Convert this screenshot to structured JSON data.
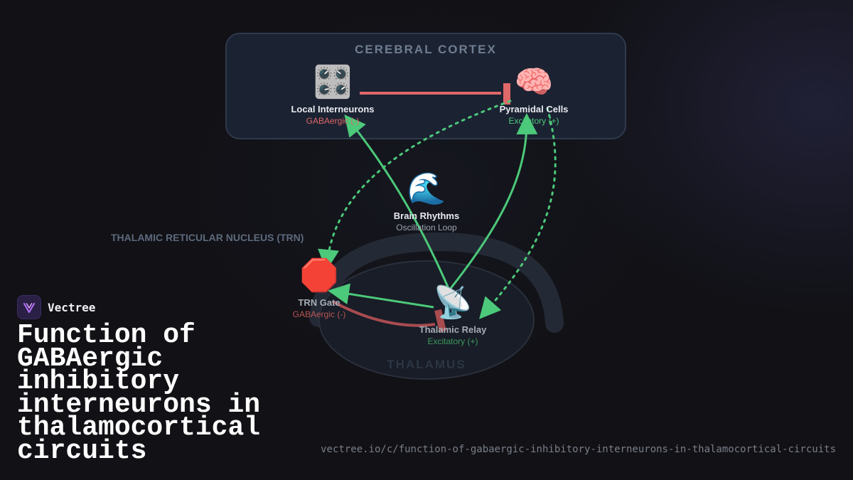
{
  "brand": {
    "name": "Vectree"
  },
  "title": "Function of GABAergic inhibitory interneurons in thalamocortical circuits",
  "source_url": "vectree.io/c/function-of-gabaergic-inhibitory-interneurons-in-thalamocortical-circuits",
  "regions": {
    "cortex": "CEREBRAL CORTEX",
    "trn": "THALAMIC RETICULAR NUCLEUS (TRN)",
    "thalamus": "THALAMUS"
  },
  "nodes": [
    {
      "id": "local_interneurons",
      "name": "Local Interneurons",
      "sub": "GABAergic (-)",
      "icon": "control-knobs-icon",
      "glyph": "🎛️",
      "kind": "inhib"
    },
    {
      "id": "pyramidal_cells",
      "name": "Pyramidal Cells",
      "sub": "Excitatory (+)",
      "icon": "brain-icon",
      "glyph": "🧠",
      "kind": "excit"
    },
    {
      "id": "brain_rhythms",
      "name": "Brain Rhythms",
      "sub": "Oscillation Loop",
      "icon": "water-wave-icon",
      "glyph": "🌊",
      "kind": "neutral"
    },
    {
      "id": "trn_gate",
      "name": "TRN Gate",
      "sub": "GABAergic (-)",
      "icon": "stop-sign-icon",
      "glyph": "🛑",
      "kind": "inhib"
    },
    {
      "id": "thalamic_relay",
      "name": "Thalamic Relay",
      "sub": "Excitatory (+)",
      "icon": "satellite-antenna-icon",
      "glyph": "📡",
      "kind": "excit"
    }
  ],
  "colors": {
    "excitatory": "#4cc97a",
    "inhibitory": "#e06868",
    "cortex_box": "#1b2232",
    "background": "#111116"
  },
  "connections": [
    {
      "from": "local_interneurons",
      "to": "pyramidal_cells",
      "type": "inhibitory",
      "style": "solid"
    },
    {
      "from": "thalamic_relay",
      "to": "local_interneurons",
      "type": "excitatory",
      "style": "solid"
    },
    {
      "from": "thalamic_relay",
      "to": "pyramidal_cells",
      "type": "excitatory",
      "style": "solid"
    },
    {
      "from": "thalamic_relay",
      "to": "trn_gate",
      "type": "excitatory",
      "style": "solid"
    },
    {
      "from": "trn_gate",
      "to": "thalamic_relay",
      "type": "inhibitory",
      "style": "solid"
    },
    {
      "from": "pyramidal_cells",
      "to": "trn_gate",
      "type": "excitatory",
      "style": "dashed"
    },
    {
      "from": "pyramidal_cells",
      "to": "thalamic_relay",
      "type": "excitatory",
      "style": "dashed"
    }
  ]
}
